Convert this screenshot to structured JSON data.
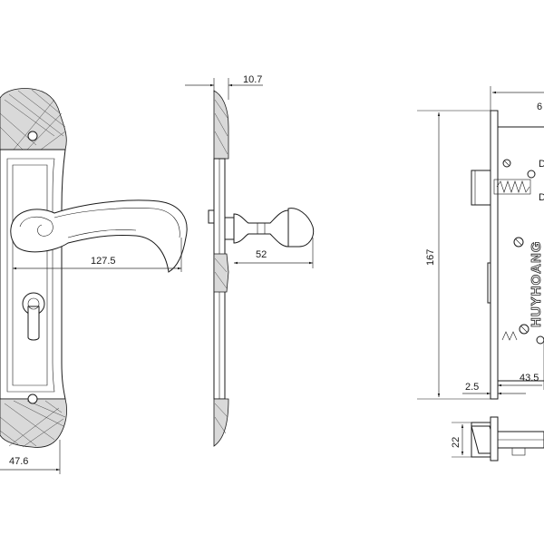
{
  "dimensions": {
    "front_height": "127.5",
    "front_width": "47.6",
    "side_thickness": "10.7",
    "side_projection": "52",
    "lock_width_top": "6",
    "lock_height": "167",
    "lock_backset": "43.5",
    "lock_faceplate": "2.5",
    "bolt_height": "22"
  },
  "brand": "HUYHOANG",
  "lock_marks": [
    "D",
    "D"
  ]
}
